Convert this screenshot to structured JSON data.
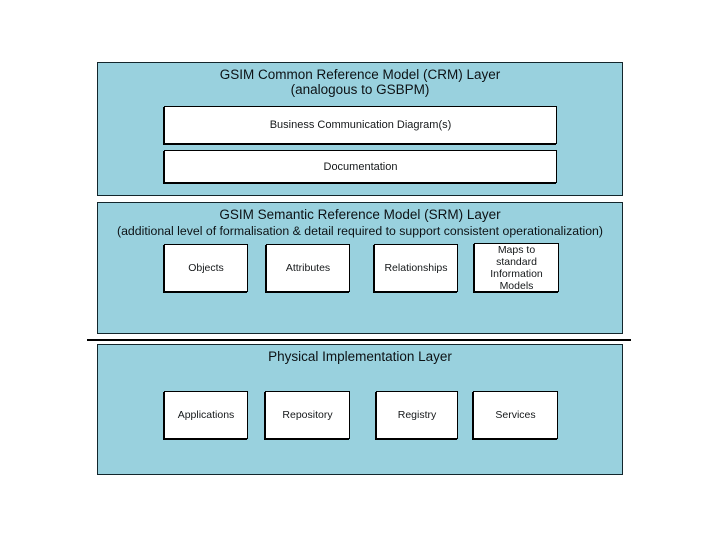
{
  "colors": {
    "layer_fill": "#99d1de",
    "layer_border": "#13262c",
    "inner_box_fill": "#ffffff",
    "inner_box_border": "#000000",
    "separator_line": "#000000",
    "text": "#0d1215"
  },
  "layers": [
    {
      "id": "crm",
      "title": "GSIM Common Reference Model (CRM) Layer",
      "subtitle": "(analogous to GSBPM)",
      "boxes": [
        {
          "label": "Business Communication Diagram(s)"
        },
        {
          "label": "Documentation"
        }
      ]
    },
    {
      "id": "srm",
      "title": "GSIM Semantic Reference Model (SRM) Layer",
      "subtitle": "(additional level of formalisation & detail required to support consistent operationalization)",
      "boxes": [
        {
          "label": "Objects"
        },
        {
          "label": "Attributes"
        },
        {
          "label": "Relationships"
        },
        {
          "label": "Maps to standard Information Models"
        }
      ]
    },
    {
      "id": "physical",
      "title": "Physical Implementation Layer",
      "boxes": [
        {
          "label": "Applications"
        },
        {
          "label": "Repository"
        },
        {
          "label": "Registry"
        },
        {
          "label": "Services"
        }
      ]
    }
  ]
}
